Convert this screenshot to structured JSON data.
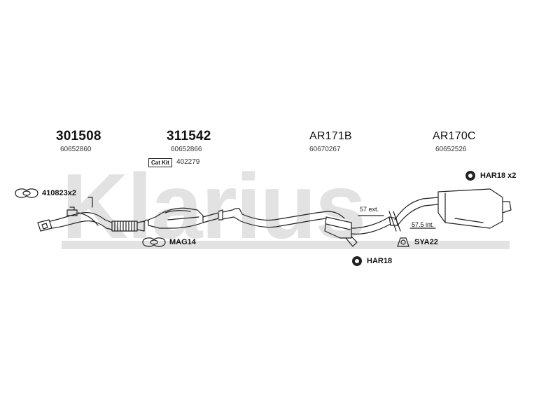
{
  "watermark": "Klarius",
  "parts": [
    {
      "number": "301508",
      "oe": "60652860"
    },
    {
      "number": "311542",
      "oe": "60652866"
    },
    {
      "number": "AR171B",
      "oe": "60670267"
    },
    {
      "number": "AR170C",
      "oe": "60652526"
    }
  ],
  "cat_kit": {
    "badge": "Cat Kit",
    "number": "402279"
  },
  "fittings": {
    "gasket_410823": "410823x2",
    "mag14": "MAG14",
    "har18_x2": "HAR18 x2",
    "sya22": "SYA22",
    "har18": "HAR18"
  },
  "dimensions": {
    "ext": "57 ext.",
    "int": "57.5 int."
  }
}
